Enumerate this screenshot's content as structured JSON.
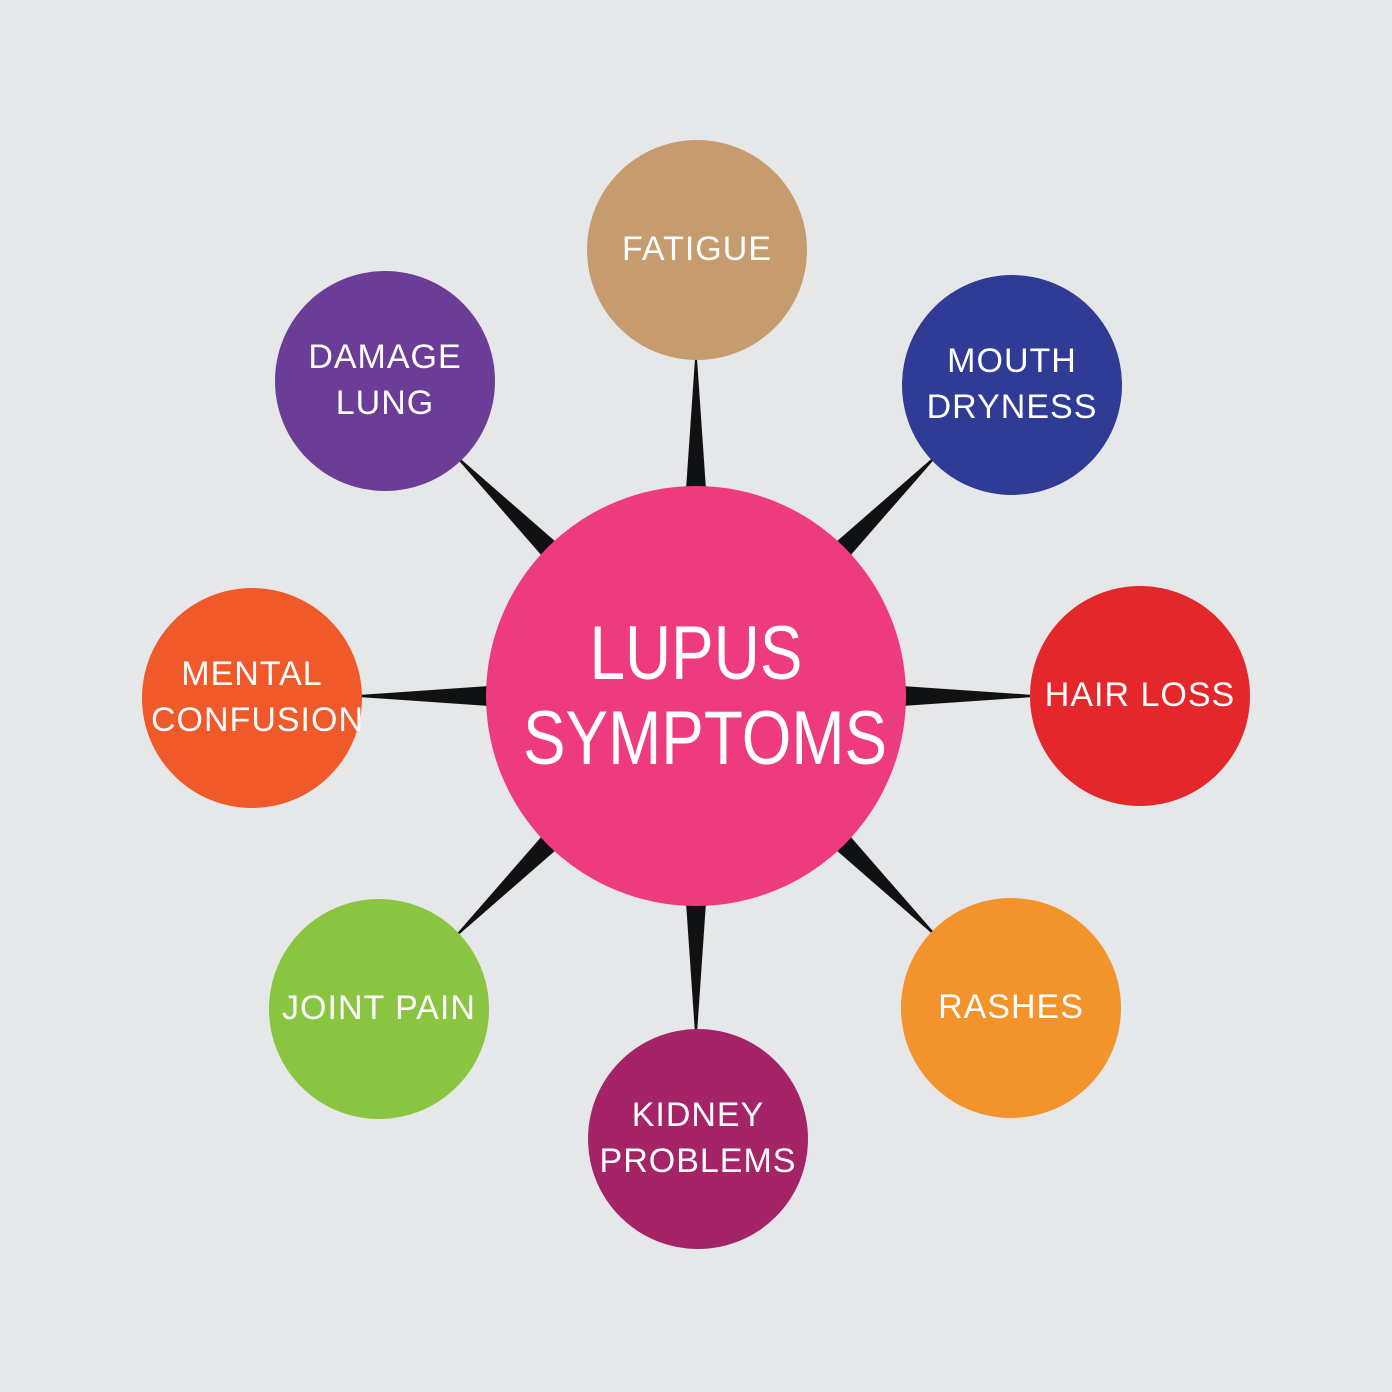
{
  "diagram": {
    "type": "hub-and-spoke",
    "title": "LUPUS SYMPTOMS",
    "colors": {
      "background": "#E6E7E8",
      "spoke": "#101112",
      "label_text": "#FFFFFF"
    },
    "center": {
      "label": "LUPUS SYMPTOMS",
      "color": "#EE3B7F"
    },
    "nodes": [
      {
        "id": "fatigue",
        "label": "FATIGUE",
        "color": "#C69C6E",
        "position": "top"
      },
      {
        "id": "mouth-dryness",
        "label": "MOUTH DRYNESS",
        "color": "#303B95",
        "position": "top-right"
      },
      {
        "id": "hair-loss",
        "label": "HAIR LOSS",
        "color": "#E4272B",
        "position": "right"
      },
      {
        "id": "rashes",
        "label": "RASHES",
        "color": "#F3932B",
        "position": "bottom-right"
      },
      {
        "id": "kidney-problems",
        "label": "KIDNEY PROBLEMS",
        "color": "#A52468",
        "position": "bottom"
      },
      {
        "id": "joint-pain",
        "label": "JOINT PAIN",
        "color": "#8AC541",
        "position": "bottom-left"
      },
      {
        "id": "mental-confusion",
        "label": "MENTAL CONFUSION",
        "color": "#F05A2B",
        "position": "left"
      },
      {
        "id": "damage-lung",
        "label": "DAMAGE LUNG",
        "color": "#6C3D96",
        "position": "top-left"
      }
    ]
  }
}
